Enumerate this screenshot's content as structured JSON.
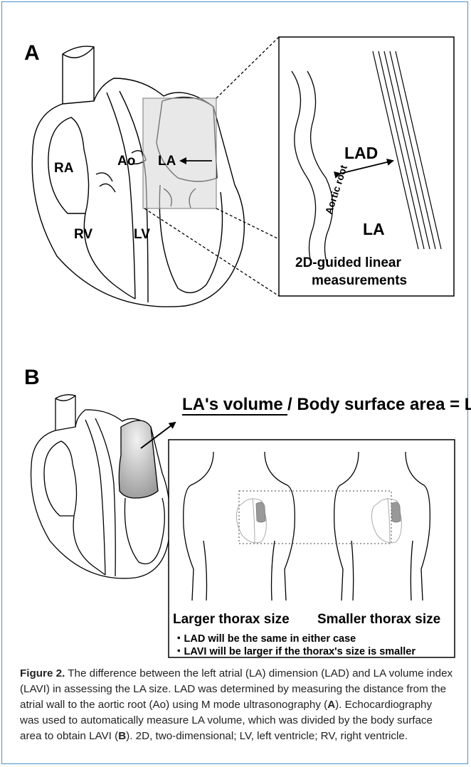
{
  "panel_a": {
    "letter": "A",
    "chambers": {
      "ra": "RA",
      "ao": "Ao",
      "la": "LA",
      "rv": "RV",
      "lv": "LV"
    },
    "inset": {
      "aortic_root": "Aortic root",
      "lad": "LAD",
      "la": "LA",
      "measure_line1": "2D-guided linear",
      "measure_line2": "measurements"
    }
  },
  "panel_b": {
    "letter": "B",
    "formula_numerator": "LA's volume",
    "formula_rest": " / Body surface area = LAVI",
    "larger_label": "Larger thorax size",
    "smaller_label": "Smaller thorax size",
    "notes": [
      "・LAD will be the same in either case",
      "・LAVI will be larger if the thorax's size is smaller"
    ]
  },
  "caption": {
    "label": "Figure 2.",
    "seg1": " The difference between the left atrial (LA) dimension (LAD) and LA volume index (LAVI) in assessing the LA size. LAD was determined by measuring the distance from the atrial wall to the aortic root (Ao) using M mode ultrasonography (",
    "ref_a": "A",
    "seg2": "). Echocardiography was used to automatically measure LA volume, which was divided by the body surface area to obtain LAVI (",
    "ref_b": "B",
    "seg3": "). 2D, two-dimensional; LV, left ventricle; RV, right ventricle."
  }
}
